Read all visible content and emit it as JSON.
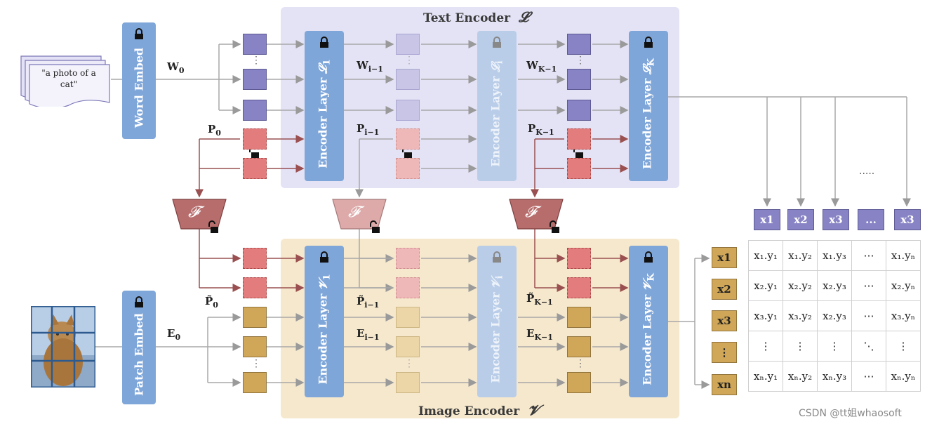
{
  "panels": {
    "text_encoder_title": "Text Encoder",
    "text_encoder_symbol": "𝓛",
    "image_encoder_title": "Image Encoder",
    "image_encoder_symbol": "𝓥"
  },
  "inputs": {
    "text_prompt": "\"a photo of a cat\"",
    "word_embed": "Word Embed",
    "patch_embed": "Patch Embed"
  },
  "text_layers": [
    {
      "label": "Encoder Layer",
      "symbol": "𝓛",
      "sub": "1"
    },
    {
      "label": "Encoder Layer",
      "symbol": "𝓛",
      "sub": "i"
    },
    {
      "label": "Encoder Layer",
      "symbol": "𝓛",
      "sub": "K"
    }
  ],
  "image_layers": [
    {
      "label": "Encoder Layer",
      "symbol": "𝓥",
      "sub": "1"
    },
    {
      "label": "Encoder Layer",
      "symbol": "𝓥",
      "sub": "i"
    },
    {
      "label": "Encoder Layer",
      "symbol": "𝓥",
      "sub": "K"
    }
  ],
  "labels": {
    "W0": "W",
    "W0_sub": "0",
    "Wi": "W",
    "Wi_sub": "i−1",
    "WK": "W",
    "WK_sub": "K−1",
    "P0": "P",
    "P0_sub": "0",
    "Pi": "P",
    "Pi_sub": "i−1",
    "PK": "P",
    "PK_sub": "K−1",
    "Pt0": "P̃",
    "Pt0_sub": "0",
    "Pti": "P̃",
    "Pti_sub": "i−1",
    "PtK": "P̃",
    "PtK_sub": "K−1",
    "E0": "E",
    "E0_sub": "0",
    "Ei": "E",
    "Ei_sub": "i−1",
    "EK": "E",
    "EK_sub": "K−1",
    "F": "𝓕"
  },
  "vdots": "⋮",
  "text_features": [
    "x1",
    "x2",
    "x3",
    "...",
    "x3"
  ],
  "text_features_dots": ".....",
  "image_features": [
    "x1",
    "x2",
    "x3",
    "⋮",
    "xn"
  ],
  "similarity_rows": [
    [
      "x₁.y₁",
      "x₁.y₂",
      "x₁.y₃",
      "⋯",
      "x₁.yₙ"
    ],
    [
      "x₂.y₁",
      "x₂.y₂",
      "x₂.y₃",
      "⋯",
      "x₂.yₙ"
    ],
    [
      "x₃.y₁",
      "x₃.y₂",
      "x₂.y₃",
      "⋯",
      "x₃.yₙ"
    ],
    [
      "⋮",
      "⋮",
      "⋮",
      "⋱",
      "⋮"
    ],
    [
      "xₙ.y₁",
      "xₙ.y₂",
      "xₙ.y₃",
      "⋯",
      "xₙ.yₙ"
    ]
  ],
  "watermark": "CSDN @tt姐whaosoft",
  "colors": {
    "text_panel": "#e4e3f6",
    "image_panel": "#f6e8cd",
    "encoder_layer": "#7fa6d8",
    "text_token": "#8783c4",
    "prompt_token": "#e37c7c",
    "image_token": "#d0a758",
    "F_block": "#b86d6d"
  }
}
